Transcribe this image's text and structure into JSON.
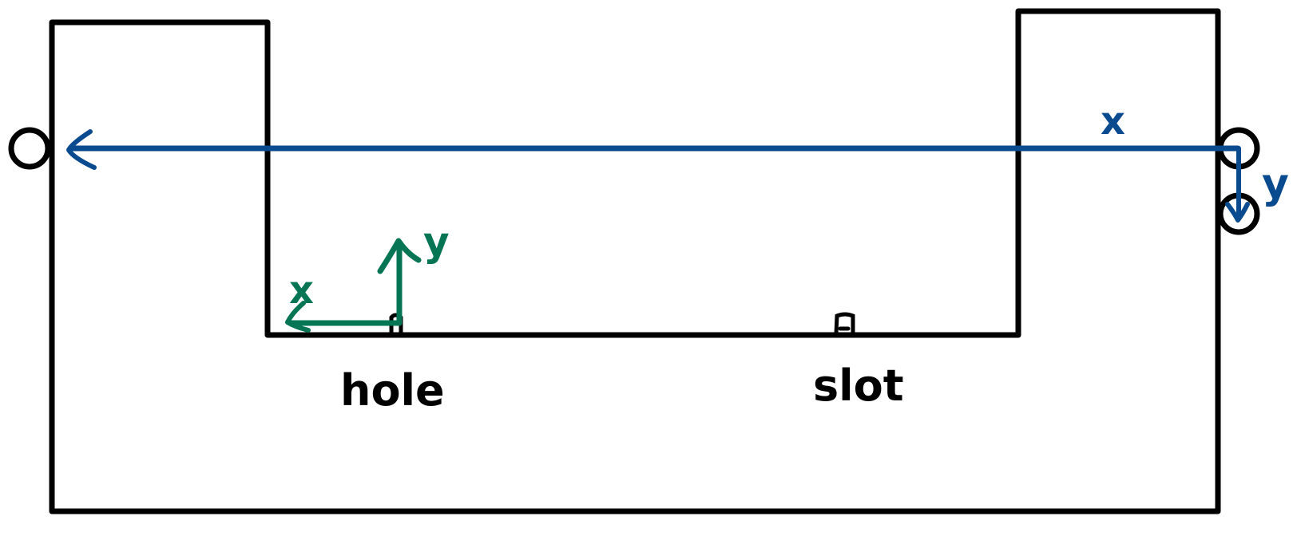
{
  "colors": {
    "outline": "#000000",
    "green_frame": "#067553",
    "blue_frame": "#0a4a8e"
  },
  "labels": {
    "hole": "hole",
    "slot": "slot",
    "green_x": "x",
    "green_y": "y",
    "blue_x": "x",
    "blue_y": "y"
  }
}
